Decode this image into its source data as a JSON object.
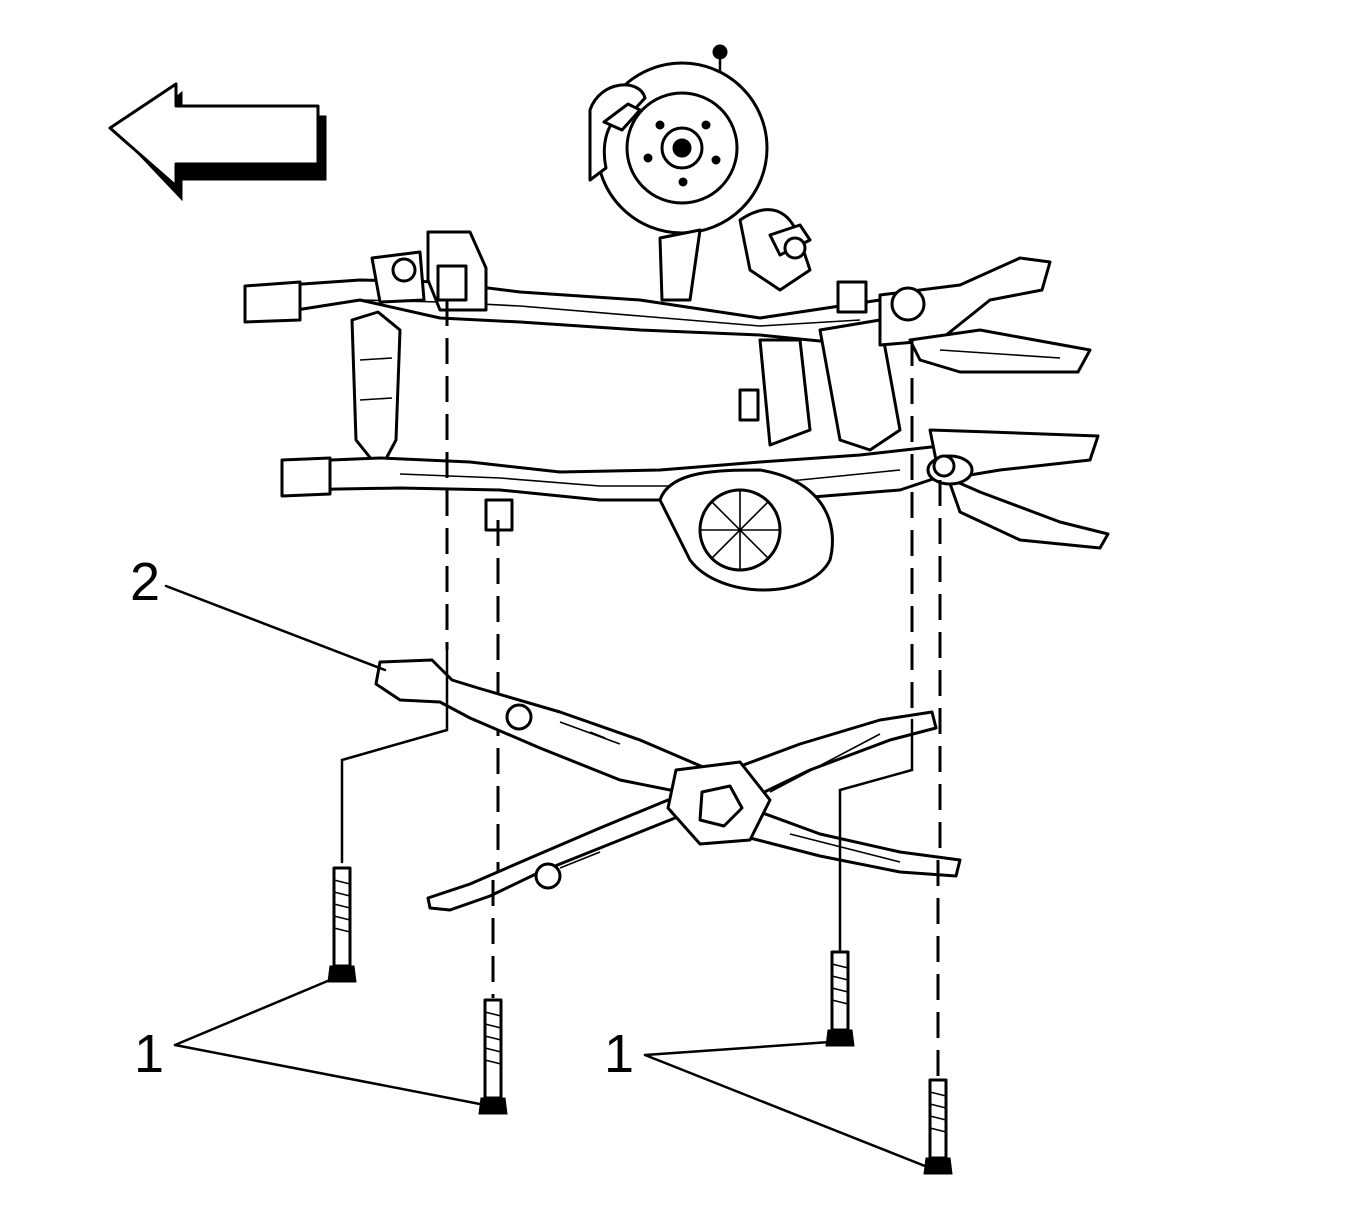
{
  "callouts": {
    "bolts_left": "1",
    "bolts_right": "1",
    "brace": "2"
  },
  "icons": {
    "direction": "arrow-left-icon"
  },
  "colors": {
    "ink": "#000000",
    "paper": "#ffffff"
  }
}
